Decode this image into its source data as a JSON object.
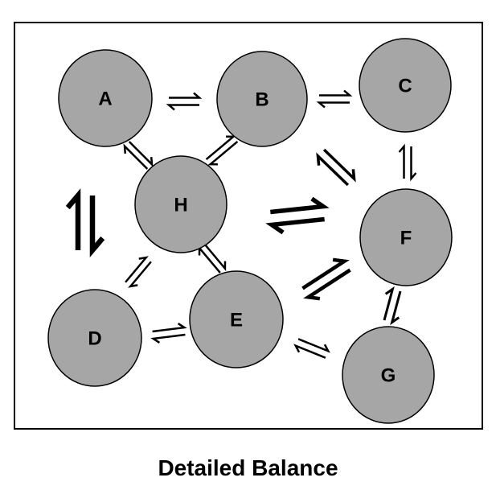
{
  "nodes": [
    {
      "id": "A",
      "label": "A"
    },
    {
      "id": "B",
      "label": "B"
    },
    {
      "id": "C",
      "label": "C"
    },
    {
      "id": "H",
      "label": "H"
    },
    {
      "id": "F",
      "label": "F"
    },
    {
      "id": "D",
      "label": "D"
    },
    {
      "id": "E",
      "label": "E"
    },
    {
      "id": "G",
      "label": "G"
    }
  ],
  "equilibria": [
    {
      "from": "A",
      "to": "B"
    },
    {
      "from": "B",
      "to": "C"
    },
    {
      "from": "A",
      "to": "H"
    },
    {
      "from": "H",
      "to": "B"
    },
    {
      "from": "B",
      "to": "F"
    },
    {
      "from": "C",
      "to": "F"
    },
    {
      "from": "H",
      "to": "F"
    },
    {
      "from": "H",
      "to": "D"
    },
    {
      "from": "H",
      "to": "E"
    },
    {
      "from": "D",
      "to": "E"
    },
    {
      "from": "E",
      "to": "F"
    },
    {
      "from": "E",
      "to": "G"
    },
    {
      "from": "F",
      "to": "G"
    },
    {
      "from": "main",
      "to": "main"
    }
  ],
  "caption": "Detailed Balance",
  "colors": {
    "node_fill": "#a6a6a6",
    "stroke": "#000000",
    "background": "#ffffff"
  }
}
